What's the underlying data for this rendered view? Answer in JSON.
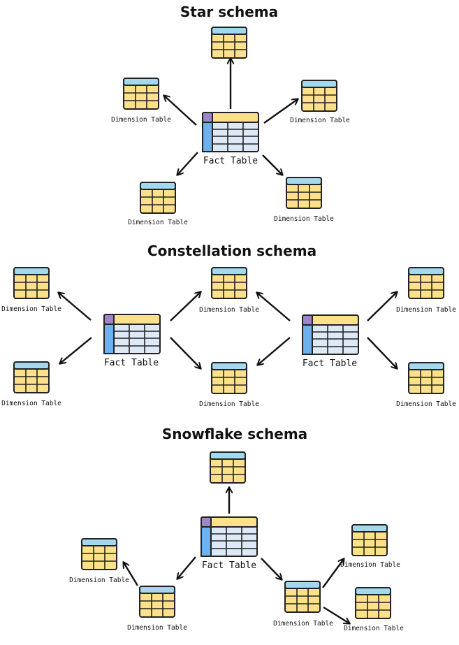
{
  "titles": {
    "star": "Star schema",
    "constellation": "Constellation schema",
    "snowflake": "Snowflake schema"
  },
  "labels": {
    "fact_table": "Fact Table",
    "dimension_table": "Dimension Table"
  },
  "colors": {
    "dimension_header": "#a4d8ee",
    "table_body": "#fce08a",
    "fact_header": "#fce08a",
    "fact_corner": "#9b86c7",
    "fact_sidebar": "#6db2ee",
    "fact_body": "#dde9f6",
    "outline": "#222222",
    "arrow": "#111111"
  }
}
